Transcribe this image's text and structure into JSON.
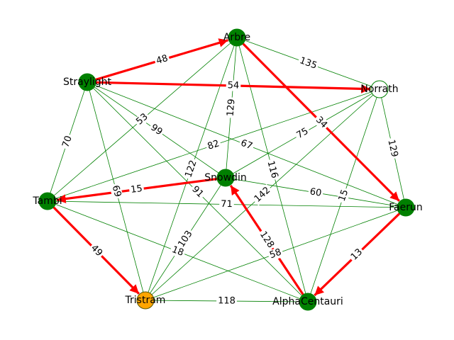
{
  "colors": {
    "edge": "#008000",
    "path_edge": "#ff0000",
    "node_visited": "#008000",
    "node_unvisited": "#ffffff",
    "node_target": "#ffa500",
    "node_stroke": "#008000",
    "node_target_stroke": "#555500"
  },
  "nodes": [
    {
      "id": "Arbre",
      "label": "Arbre",
      "state": "visited"
    },
    {
      "id": "Norrath",
      "label": "Norrath",
      "state": "unvisited"
    },
    {
      "id": "Straylight",
      "label": "Straylight",
      "state": "visited"
    },
    {
      "id": "Snowdin",
      "label": "Snowdin",
      "state": "visited"
    },
    {
      "id": "Tambi",
      "label": "Tambi",
      "state": "visited"
    },
    {
      "id": "Faerun",
      "label": "Faerun",
      "state": "visited"
    },
    {
      "id": "Tristram",
      "label": "Tristram",
      "state": "target"
    },
    {
      "id": "AlphaCentauri",
      "label": "AlphaCentauri",
      "state": "visited"
    }
  ],
  "edges": [
    {
      "from": "Straylight",
      "to": "Arbre",
      "weight": "48",
      "path": true
    },
    {
      "from": "Straylight",
      "to": "Norrath",
      "weight": "54",
      "path": true
    },
    {
      "from": "Arbre",
      "to": "Faerun",
      "weight": "34",
      "path": true
    },
    {
      "from": "Snowdin",
      "to": "Tambi",
      "weight": "15",
      "path": true
    },
    {
      "from": "Tambi",
      "to": "Tristram",
      "weight": "49",
      "path": true
    },
    {
      "from": "Faerun",
      "to": "AlphaCentauri",
      "weight": "13",
      "path": true
    },
    {
      "from": "AlphaCentauri",
      "to": "Snowdin",
      "weight": "128",
      "path": true
    },
    {
      "from": "Arbre",
      "to": "Norrath",
      "weight": "135",
      "path": false
    },
    {
      "from": "Arbre",
      "to": "Snowdin",
      "weight": "129",
      "path": false
    },
    {
      "from": "Arbre",
      "to": "AlphaCentauri",
      "weight": "116",
      "path": false
    },
    {
      "from": "Arbre",
      "to": "Tristram",
      "weight": "122",
      "path": false
    },
    {
      "from": "Arbre",
      "to": "Tambi",
      "weight": "53",
      "path": false
    },
    {
      "from": "Norrath",
      "to": "Faerun",
      "weight": "129",
      "path": false
    },
    {
      "from": "Norrath",
      "to": "Snowdin",
      "weight": "75",
      "path": false
    },
    {
      "from": "Norrath",
      "to": "Tambi",
      "weight": "82",
      "path": false
    },
    {
      "from": "Norrath",
      "to": "AlphaCentauri",
      "weight": "15",
      "path": false
    },
    {
      "from": "Norrath",
      "to": "Tristram",
      "weight": "142",
      "path": false
    },
    {
      "from": "Straylight",
      "to": "Snowdin",
      "weight": "99",
      "path": false
    },
    {
      "from": "Straylight",
      "to": "Faerun",
      "weight": "67",
      "path": false
    },
    {
      "from": "Straylight",
      "to": "Tambi",
      "weight": "70",
      "path": false
    },
    {
      "from": "Straylight",
      "to": "Tristram",
      "weight": "69",
      "path": false
    },
    {
      "from": "Straylight",
      "to": "AlphaCentauri",
      "weight": "91",
      "path": false
    },
    {
      "from": "Snowdin",
      "to": "Faerun",
      "weight": "60",
      "path": false
    },
    {
      "from": "Snowdin",
      "to": "Tristram",
      "weight": "103",
      "path": false
    },
    {
      "from": "Tambi",
      "to": "Faerun",
      "weight": "71",
      "path": false
    },
    {
      "from": "Tambi",
      "to": "AlphaCentauri",
      "weight": "18",
      "path": false
    },
    {
      "from": "Faerun",
      "to": "Tristram",
      "weight": "58",
      "path": false
    },
    {
      "from": "Tristram",
      "to": "AlphaCentauri",
      "weight": "118",
      "path": false
    }
  ]
}
